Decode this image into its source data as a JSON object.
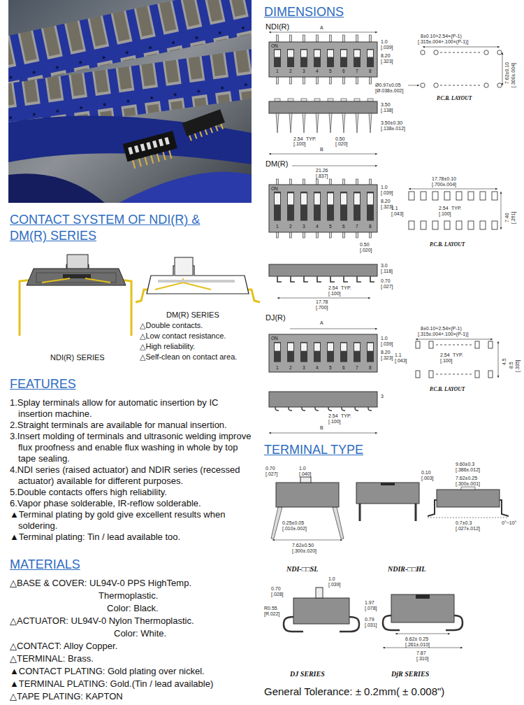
{
  "diagram": {
    "labels": [
      "DIMENSIONS",
      "NDI(R)",
      "A",
      "ON",
      "1",
      "2",
      "3",
      "4",
      "5",
      "6",
      "7",
      "8",
      "1.0",
      "[.039]",
      "8.20",
      "[.323]",
      "Ø0.97±0.05",
      "[Ø.038±.002]",
      "8±0.10+2.54×(P-1)",
      "[.315±.004+.100×(P-1)]",
      "7.62±0.10",
      "[.300±.004]",
      "P.C.B. LAYOUT",
      "2.54",
      "[.100]",
      "TYP.",
      "0.50",
      "[.020]",
      "B",
      "3.50",
      "[.138]",
      "3.50±0.30",
      "[.138±.012]",
      "DM(R)",
      "21.26",
      "[.837]",
      "ON",
      "1",
      "2",
      "3",
      "4",
      "5",
      "6",
      "7",
      "8",
      "1.0",
      "[.039]",
      "8.20",
      "[.323]",
      "0.50",
      "[.020]",
      "17.78±0.10",
      "[.700±.004]",
      "1.1",
      "[.043]",
      "2.54",
      "TYP.",
      "[.100]",
      "7.40",
      "[.291]",
      "P.C.B. LAYOUT",
      "2.54",
      "TYP.",
      "[.100]",
      "17.78",
      "[.700]",
      "3.0",
      "[.118]",
      "0.70",
      "[.027]",
      "DJ(R)",
      "A",
      "ON",
      "1",
      "2",
      "3",
      "4",
      "5",
      "6",
      "7",
      "8",
      "1.0",
      "[.039]",
      "8.20",
      "[.323]",
      "8±0.10+2.54×(P-1)",
      "[.315±.004+.100×(P-1)]",
      "1.1",
      "[.043]",
      "2.54",
      "TYP.",
      "[.100]",
      "4.5",
      "8.5",
      "[.335]",
      "P.C.B. LAYOUT",
      "3",
      "2.54",
      "TYP.",
      "[.100]",
      "B",
      "TERMINAL TYPE",
      "0.70",
      "[.027]",
      "1.0",
      "[.040]",
      "0.25±0.05",
      "[.010±.002]",
      "7.62±0.50",
      "[.300±.020]",
      "0.10",
      "[.003]",
      "9.60±0.3",
      "[.386±.012]",
      "7.62±0.25",
      "[.300±.001]",
      "0.7±0.3",
      "[.027±.012]",
      "0°~10°",
      "NDI-□□SL",
      "NDIR-□□HL",
      "0.70",
      "[.028]",
      "1.0",
      "[.039]",
      "R0.55",
      "[R.022]",
      "1.97",
      "[.078]",
      "0.79",
      "[.031]",
      "6.62± 0.25",
      "[.261±.010]",
      "7.87",
      "[.310]",
      "DJ SERIES",
      "DjR SERIES",
      "General Tolerance: ± 0.2mm( ± 0.008\")",
      "CONTACT SYSTEM OF NDI(R) & DM(R) SERIES",
      "NDI(R) SERIES",
      "DM(R) SERIES",
      "△Double contacts.",
      "△Low contact resistance.",
      "△High reliability.",
      "△Self-clean on contact area.",
      "FEATURES",
      "1.Splay terminals allow for automatic insertion by IC insertion machine.",
      "2.Straight terminals are available for manual insertion.",
      "3.Insert molding of terminals and ultrasonic welding improve flux proofness and enable flux washing in whole by top tape sealing.",
      "4.NDI series (raised actuator) and NDIR series (recessed actuator) available for different purposes.",
      "5.Double contacts offers high reliability.",
      "6.Vapor phase solderable, IR-reflow solderable.",
      "▲Terminal plating by gold give excellent results when soldering.",
      "▲Terminal plating: Tin / lead available too.",
      "MATERIALS",
      "△BASE & COVER: UL94V-0 PPS HighTemp.",
      "Thermoplastic.",
      "Color: Black.",
      "△ACTUATOR: UL94V-0 Nylon Thermoplastic.",
      "Color: White.",
      "△CONTACT: Alloy Copper.",
      "△TERMINAL: Brass.",
      "▲CONTACT PLATING: Gold plating over nickel.",
      "▲TERMINAL PLATING: Gold.(Tin / lead available)",
      "△TAPE PLATING: KAPTON"
    ]
  }
}
